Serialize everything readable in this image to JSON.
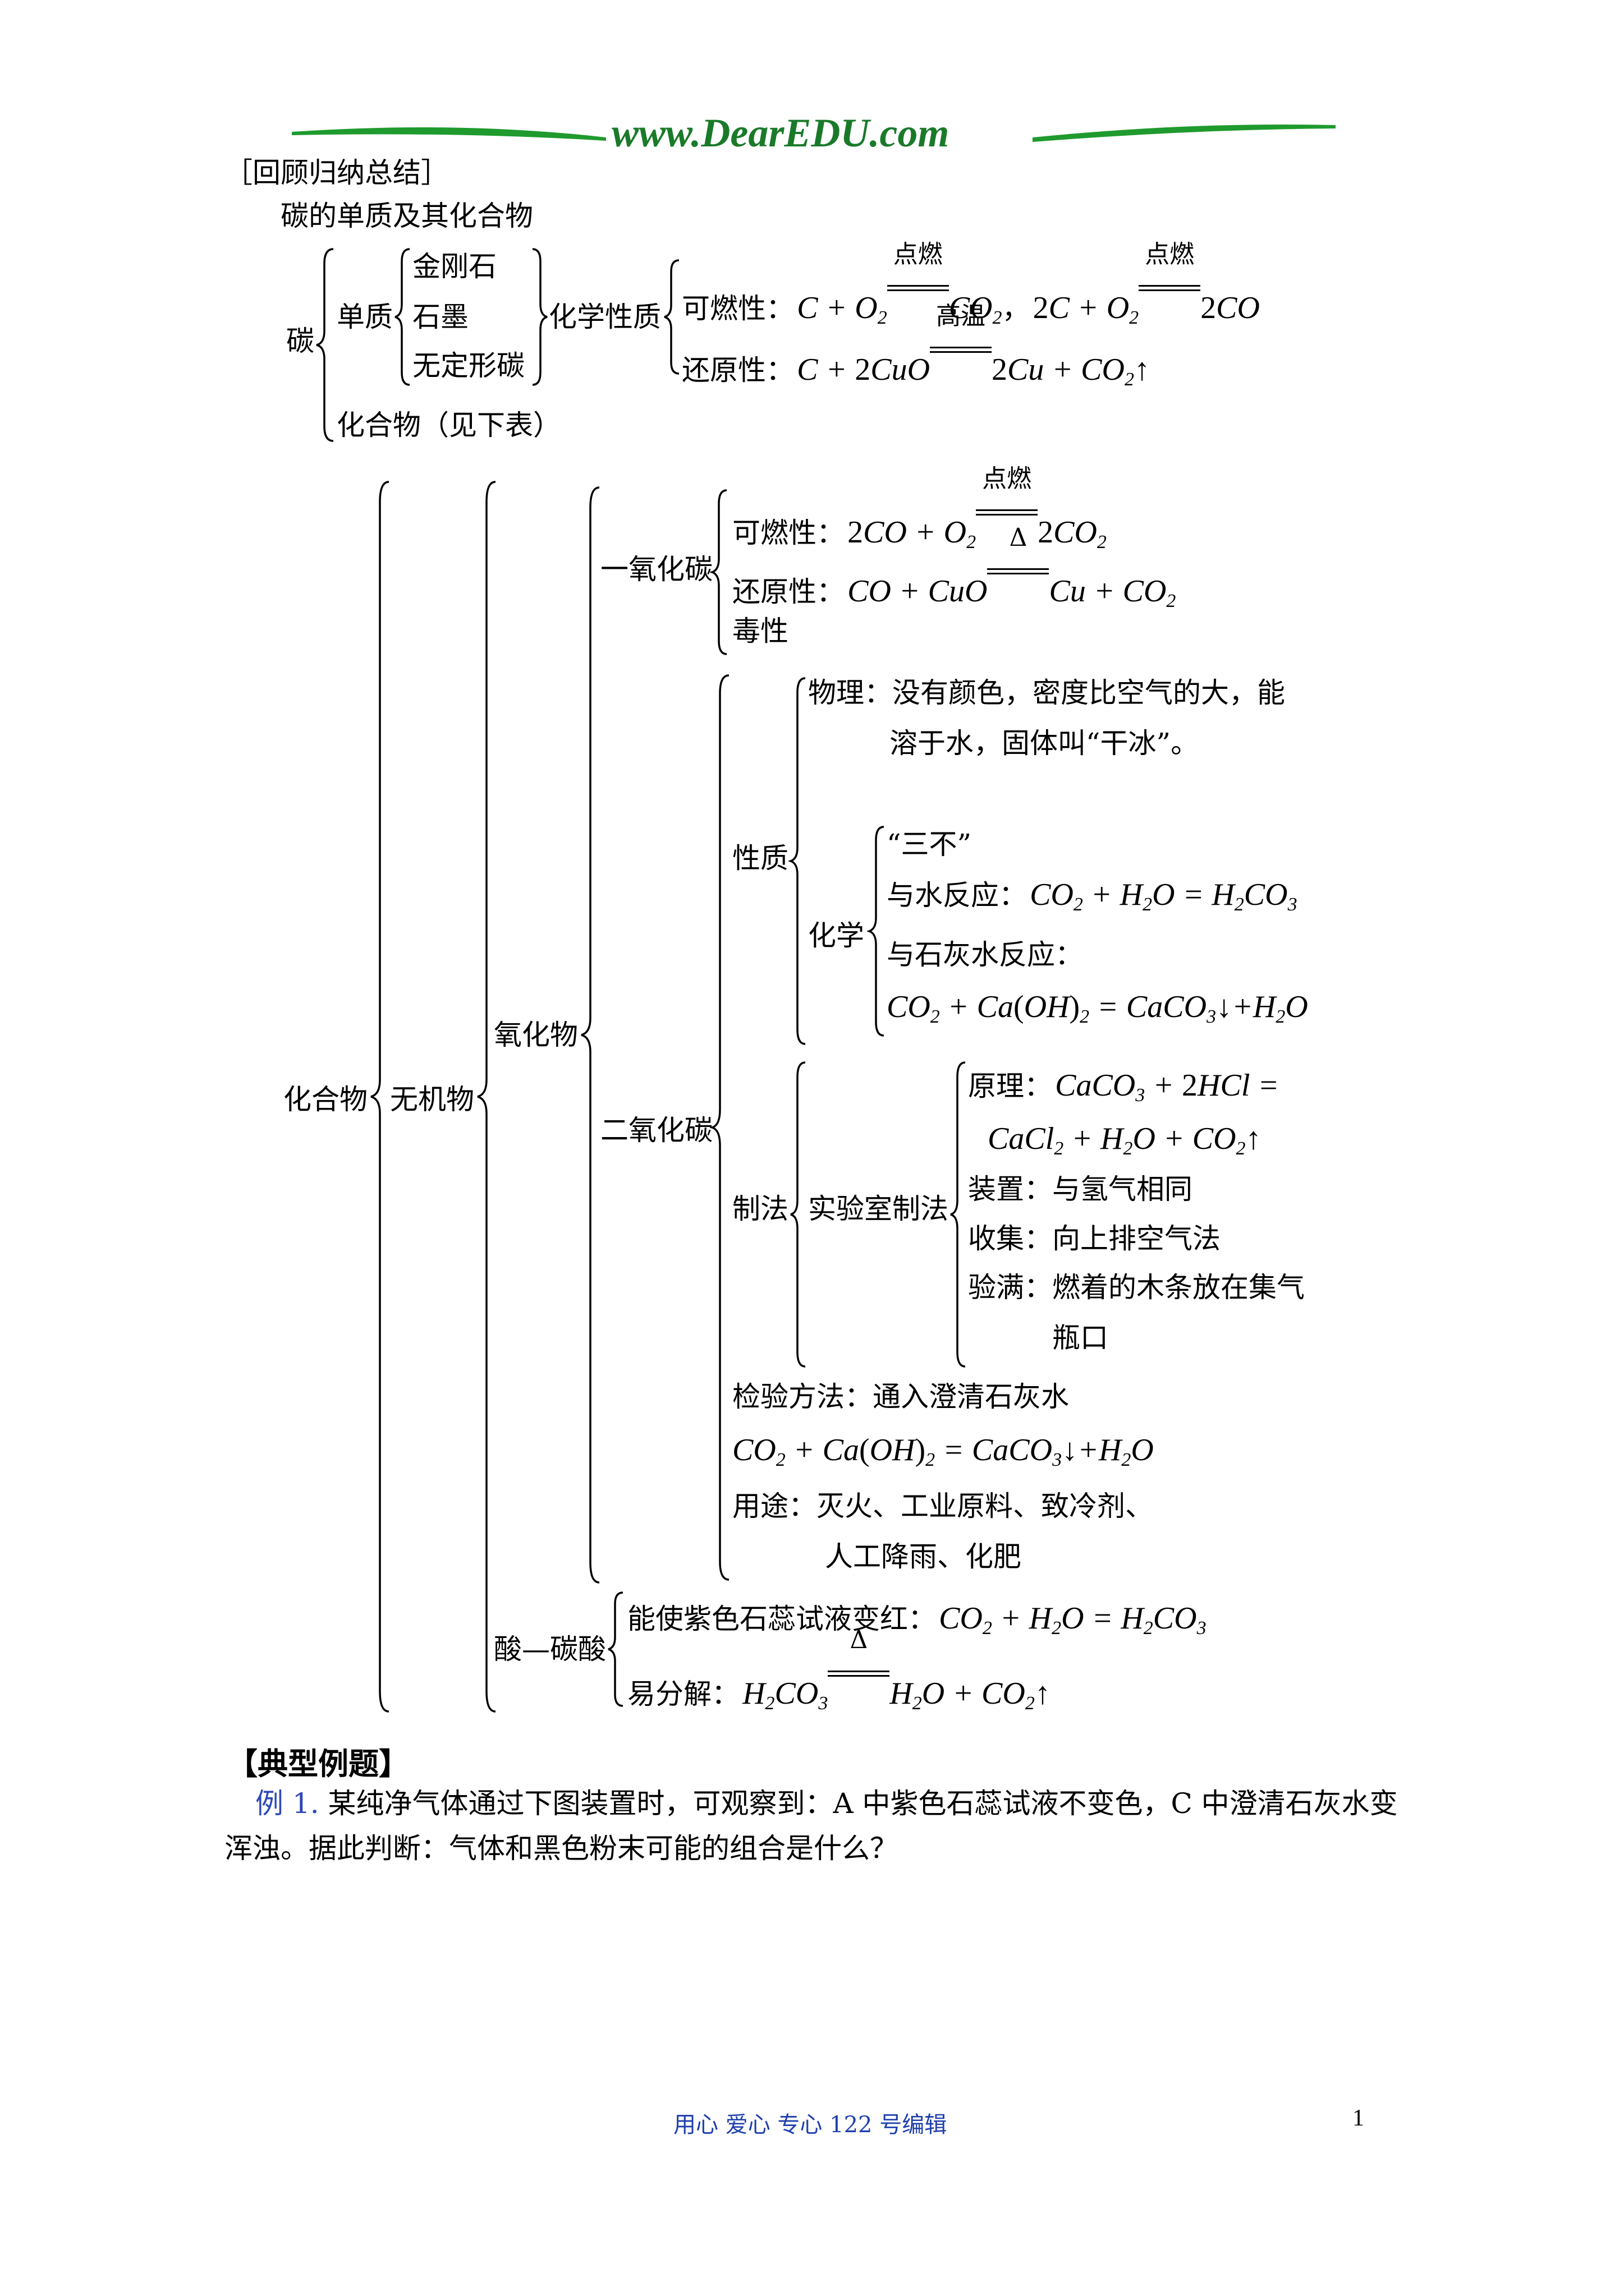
{
  "header": {
    "site": "www.DearEDU.com",
    "colors": {
      "banner_text": "#1a7a2a",
      "swoosh": "#1f9a2e"
    }
  },
  "review": {
    "section_title": "［回顾归纳总结］",
    "subtitle": "碳的单质及其化合物"
  },
  "carbon_tree": {
    "root": "碳",
    "elemental": "单质",
    "allotropes": [
      "金刚石",
      "石墨",
      "无定形碳"
    ],
    "chem_props": "化学性质",
    "combustible_label": "可燃性：",
    "reducing_label": "还原性：",
    "compounds": "化合物（见下表）",
    "cond_ignite": "点燃",
    "cond_high_temp": "高温"
  },
  "compound_tree": {
    "root": "化合物",
    "inorganic": "无机物",
    "oxides": "氧化物",
    "co": {
      "name": "一氧化碳",
      "combustible_label": "可燃性：",
      "reducing_label": "还原性：",
      "toxic": "毒性",
      "cond_ignite": "点燃",
      "cond_heat": "Δ"
    },
    "co2": {
      "name": "二氧化碳",
      "properties": "性质",
      "physical_line1": "物理：没有颜色，密度比空气的大，能",
      "physical_line2": "溶于水，固体叫“干冰”。",
      "chemical": "化学",
      "three_not": "“三不”",
      "with_water_label": "与水反应：",
      "with_limewater_label": "与石灰水反应：",
      "preparation": "制法",
      "lab_prep": "实验室制法",
      "principle_label": "原理：",
      "apparatus": "装置：与氢气相同",
      "collection": "收集：向上排空气法",
      "full_check_line1": "验满：燃着的木条放在集气",
      "full_check_line2": "瓶口",
      "test_method": "检验方法：通入澄清石灰水",
      "uses_line1": "用途：灭火、工业原料、致冷剂、",
      "uses_line2": "人工降雨、化肥"
    },
    "acid": {
      "name": "酸—碳酸",
      "litmus_label": "能使紫色石蕊试液变红：",
      "decompose_label": "易分解：",
      "cond_heat": "Δ"
    }
  },
  "examples": {
    "title": "【典型例题】",
    "ex1_label": "例 1.",
    "ex1_text_line1": "某纯净气体通过下图装置时，可观察到：A 中紫色石蕊试液不变色，C 中澄清石灰水变",
    "ex1_text_line2": "浑浊。据此判断：气体和黑色粉末可能的组合是什么？"
  },
  "footer": {
    "text": "用心  爱心  专心    122 号编辑",
    "page_number": "1"
  }
}
